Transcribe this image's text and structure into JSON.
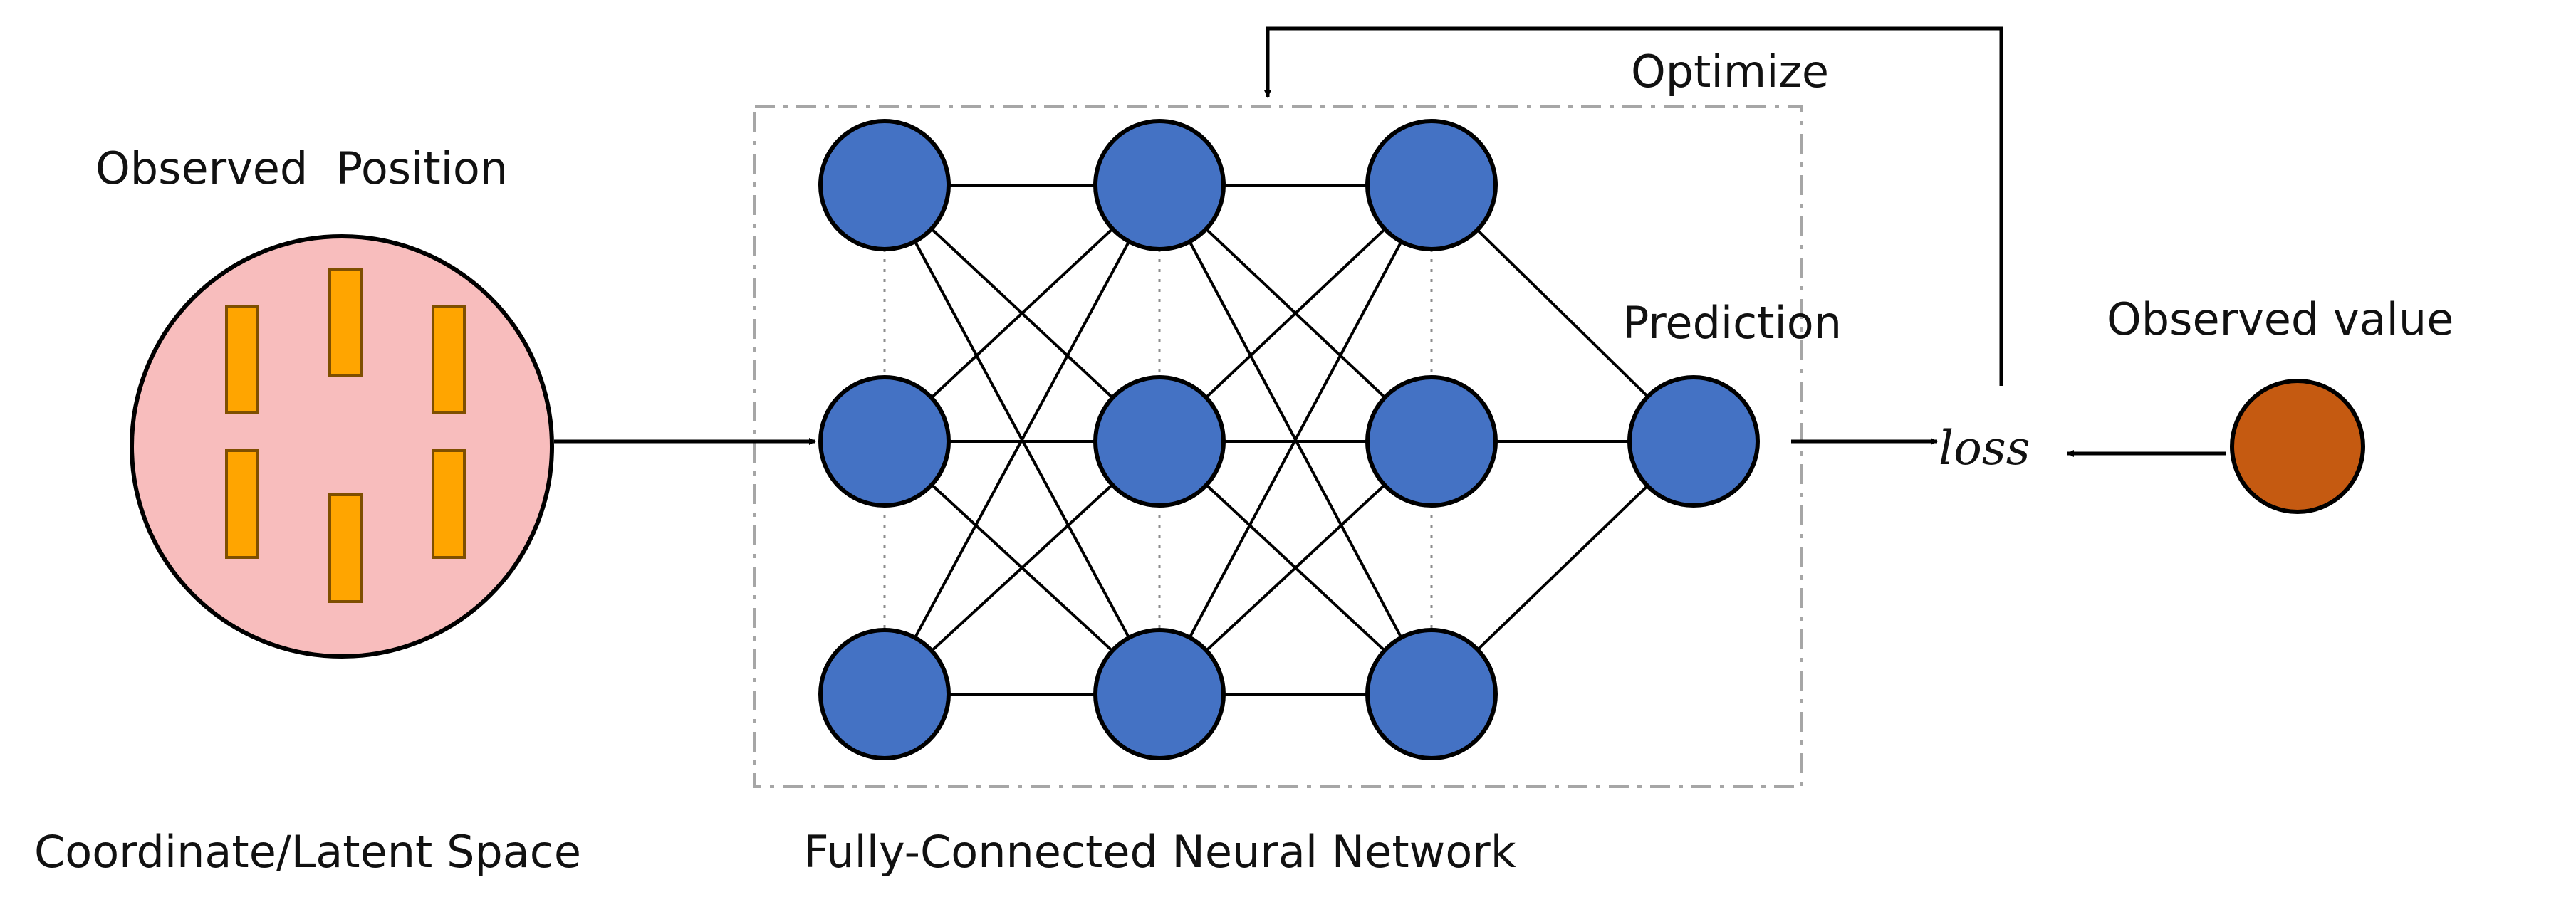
{
  "labels": {
    "observed_position": "Observed  Position",
    "coordinate_space": "Coordinate/Latent Space",
    "network": "Fully-Connected Neural Network",
    "prediction": "Prediction",
    "loss": "loss",
    "optimize": "Optimize",
    "observed_value": "Observed value"
  },
  "network": {
    "layers": [
      3,
      3,
      3,
      1
    ]
  },
  "colors": {
    "neuron_fill": "#4472C4",
    "observed_value_fill": "#C55A11",
    "space_fill": "#F8BDBD",
    "sample_fill": "#FFA500",
    "sample_stroke": "#7F4F00",
    "stroke": "#000000",
    "dashed_box": "#A6A6A6"
  }
}
